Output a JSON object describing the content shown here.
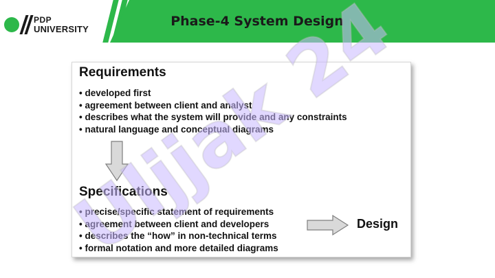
{
  "header": {
    "title": "Phase-4 System Design",
    "logo_line1": "PDP",
    "logo_line2": "UNIVERSITY"
  },
  "requirements": {
    "heading": "Requirements",
    "bullets": [
      "• developed first",
      "• agreement between client and analyst",
      "• describes what the system will provide and any constraints",
      "• natural language and conceptual diagrams"
    ]
  },
  "specifications": {
    "heading": "Specifications",
    "bullets": [
      "• precise/specific statement of requirements",
      "• agreement between client and developers",
      "• describes the “how” in non-technical terms",
      "• formal notation and more detailed diagrams"
    ]
  },
  "design_label": "Design",
  "watermark_text": "Uljjak 24",
  "colors": {
    "brand_green": "#2db84a",
    "text": "#111111",
    "arrow_fill": "#d9d9d9",
    "arrow_stroke": "#7f7f7f",
    "watermark_purple": "#c9b8ff",
    "watermark_gray": "#bdbdbd"
  }
}
